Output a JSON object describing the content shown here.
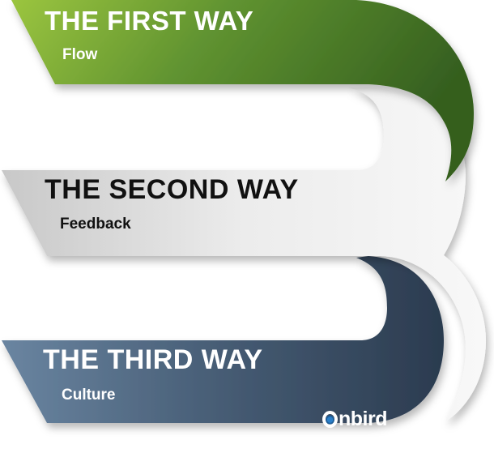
{
  "ways": [
    {
      "title": "THE FIRST WAY",
      "subtitle": "Flow"
    },
    {
      "title": "THE SECOND WAY",
      "subtitle": "Feedback"
    },
    {
      "title": "THE THIRD WAY",
      "subtitle": "Culture"
    }
  ],
  "logo": {
    "text": "nbird",
    "icon": "onbird-logo-icon"
  },
  "colors": {
    "first_light": "#8cbd3c",
    "first_dark": "#3f6a22",
    "second_light": "#cfcfcf",
    "second_mid": "#f4f4f4",
    "third_light": "#5f7a96",
    "third_dark": "#2c3d52",
    "background": "#ffffff"
  }
}
